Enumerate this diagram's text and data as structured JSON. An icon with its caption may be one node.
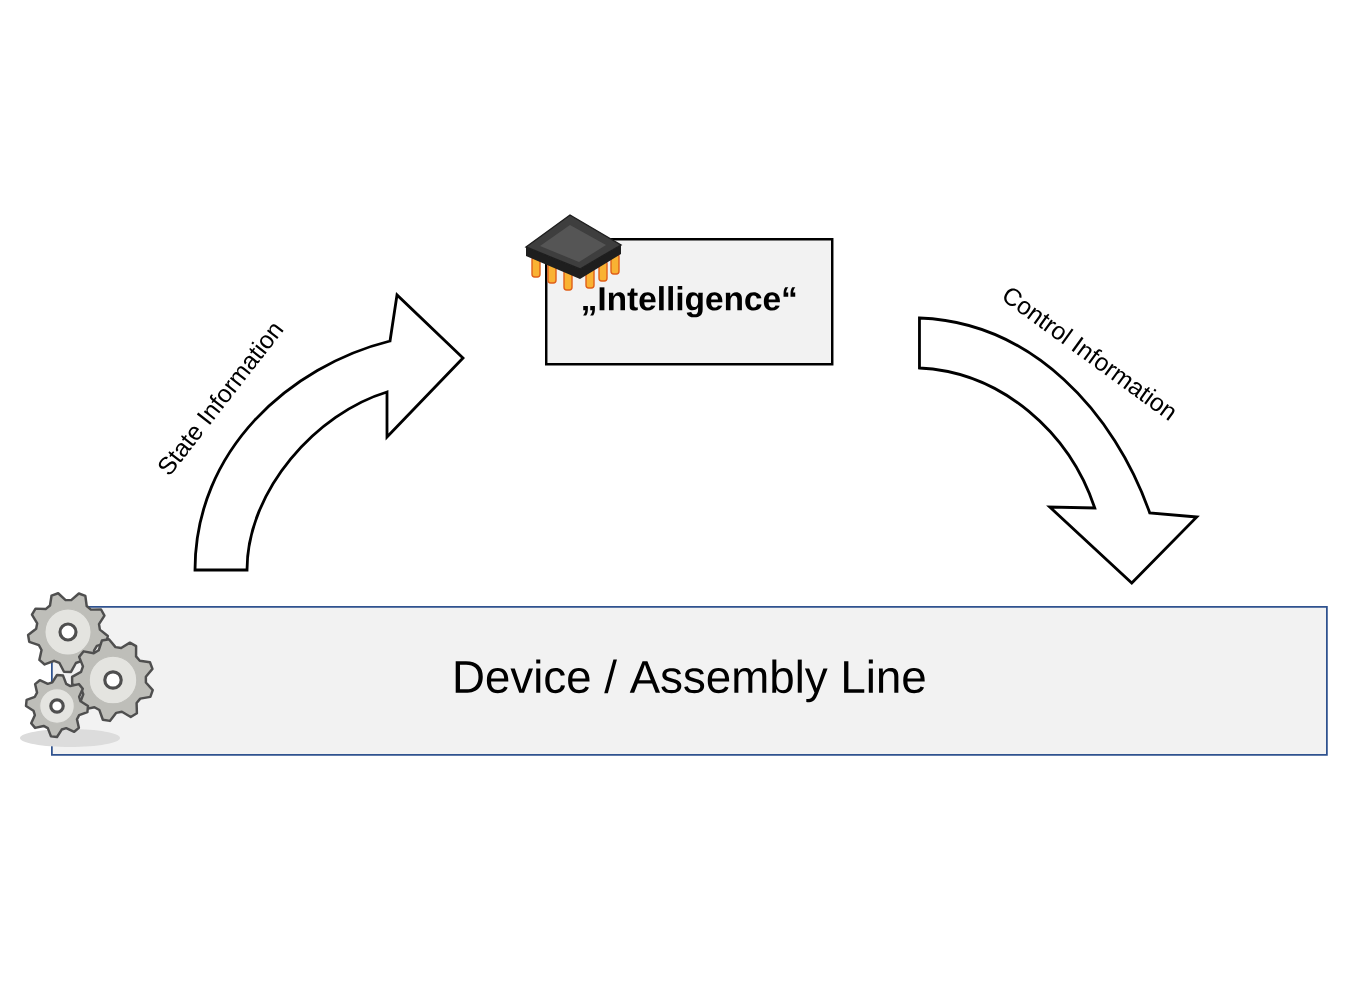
{
  "diagram": {
    "nodes": [
      {
        "text": [
          "„Intelligence“"
        ]
      },
      {
        "text": [
          "Device / Assembly Line"
        ]
      }
    ],
    "edges": [
      {
        "from": 1,
        "to": 0,
        "arrow": "to",
        "label": "State Information"
      },
      {
        "from": 0,
        "to": 1,
        "arrow": "to",
        "label": "Control Information"
      }
    ]
  }
}
